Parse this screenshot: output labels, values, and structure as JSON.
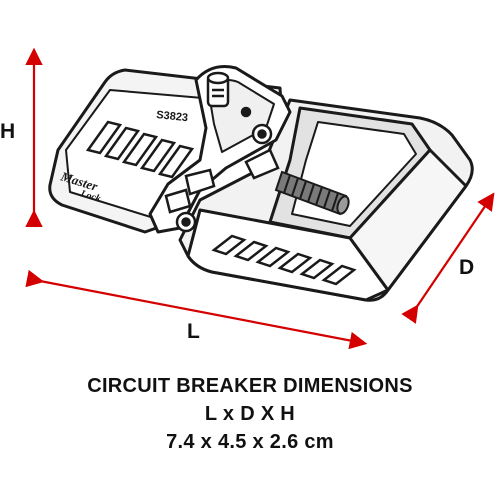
{
  "labels": {
    "height": "H",
    "length": "L",
    "depth": "D"
  },
  "product": {
    "model_code": "S3823",
    "brand_line1": "Master",
    "brand_line2": "Lock"
  },
  "caption": {
    "title": "CIRCUIT BREAKER DIMENSIONS",
    "formula": "L x D X H",
    "values": "7.4 x 4.5 x 2.6 cm"
  },
  "colors": {
    "arrow": "#d40000",
    "outline": "#1a1a1a",
    "shade": "#e2e2e2",
    "text": "#111111"
  }
}
